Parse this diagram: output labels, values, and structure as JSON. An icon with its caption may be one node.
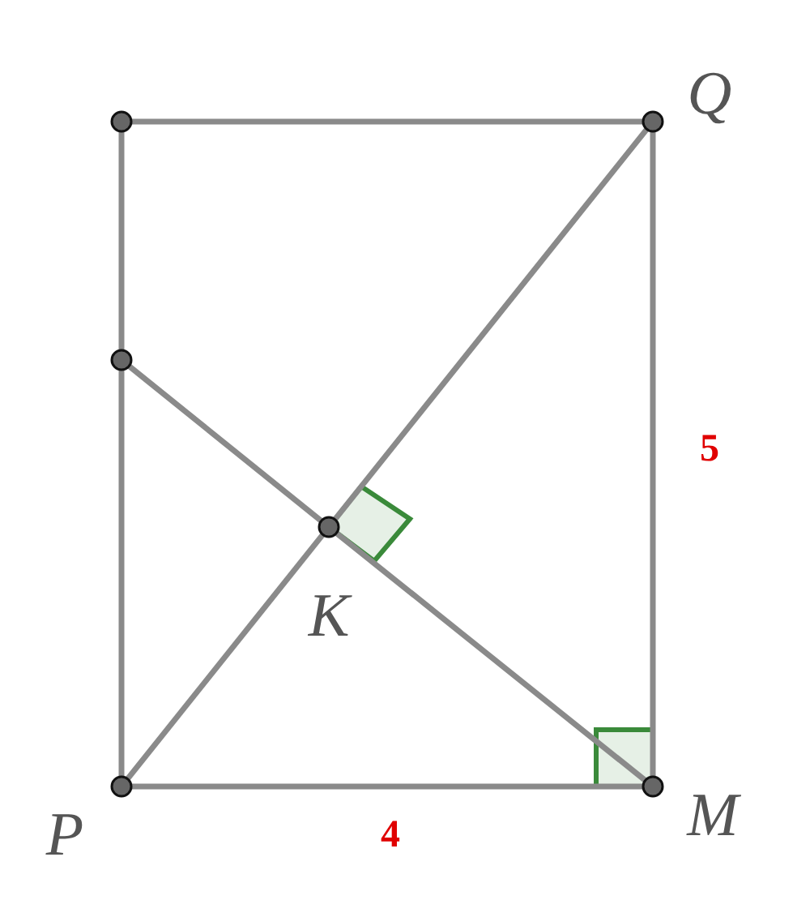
{
  "diagram": {
    "nodes": [
      {
        "text": [],
        "shape": "circle"
      },
      {
        "text": [],
        "shape": "circle",
        "beside": [
          "Q"
        ]
      },
      {
        "text": [],
        "shape": "circle"
      },
      {
        "text": [],
        "shape": "circle",
        "beside": [
          "K"
        ]
      },
      {
        "text": [],
        "shape": "circle",
        "beside": [
          "P"
        ]
      },
      {
        "text": [],
        "shape": "circle",
        "beside": [
          "M"
        ]
      }
    ],
    "edges": [
      {
        "from": 0,
        "to": 1,
        "arrow": "none"
      },
      {
        "from": 0,
        "to": 2,
        "arrow": "none"
      },
      {
        "from": 2,
        "to": 4,
        "arrow": "none"
      },
      {
        "from": 4,
        "to": 5,
        "arrow": "none"
      },
      {
        "from": 5,
        "to": 1,
        "arrow": "none"
      },
      {
        "from": 4,
        "to": 3,
        "arrow": "none"
      },
      {
        "from": 3,
        "to": 1,
        "arrow": "none"
      },
      {
        "from": 2,
        "to": 3,
        "arrow": "none"
      },
      {
        "from": 3,
        "to": 5,
        "arrow": "none"
      }
    ],
    "labels": [
      "5",
      "4"
    ]
  }
}
